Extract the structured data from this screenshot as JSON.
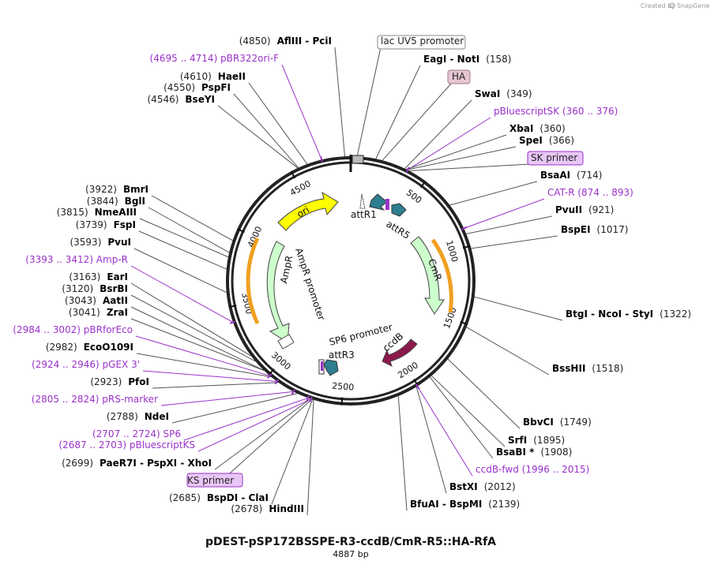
{
  "credit": {
    "created_by": "Created by",
    "brand": "SnapGene"
  },
  "title": "pDEST-pSP172BSSPE-R3-ccdB/CmR-R5::HA-RfA",
  "length_label": "4887 bp",
  "total_bp": 4887,
  "colors": {
    "backbone": "#222222",
    "primer": "#9a32c9",
    "ori": "#ffff00",
    "resistance": "#ccffcc",
    "ccdB": "#8b1a4a",
    "att": "#2e7f8f",
    "orange": "#f0a020",
    "ha_box": "#e6c5d3",
    "primer_box": "#e8c6f5"
  },
  "ticks": [
    {
      "label": "500",
      "pos": 500
    },
    {
      "label": "1000",
      "pos": 1000
    },
    {
      "label": "1500",
      "pos": 1500
    },
    {
      "label": "2000",
      "pos": 2000
    },
    {
      "label": "2500",
      "pos": 2500
    },
    {
      "label": "3000",
      "pos": 3000
    },
    {
      "label": "3500",
      "pos": 3500
    },
    {
      "label": "4000",
      "pos": 4000
    },
    {
      "label": "4500",
      "pos": 4500
    }
  ],
  "features_on_map": [
    {
      "name": "ori",
      "label": "ori"
    },
    {
      "name": "AmpR",
      "label": "AmpR"
    },
    {
      "name": "AmpR promoter",
      "label": "AmpR promoter"
    },
    {
      "name": "CmR",
      "label": "CmR"
    },
    {
      "name": "ccdB",
      "label": "ccdB"
    },
    {
      "name": "attR1",
      "label": "attR1"
    },
    {
      "name": "attR5",
      "label": "attR5"
    },
    {
      "name": "attR3",
      "label": "attR3"
    },
    {
      "name": "SP6 promoter",
      "label": "SP6 promoter"
    }
  ],
  "right_labels": [
    {
      "text": "lac UV5 promoter",
      "kind": "box-white",
      "pos": 40
    },
    {
      "pos_text": "(158)",
      "name": "EagI  - NotI",
      "kind": "enzyme",
      "pos": 158
    },
    {
      "text": "HA",
      "kind": "box-ha",
      "pos": 200
    },
    {
      "pos_text": "(349)",
      "name": "SwaI",
      "kind": "enzyme",
      "pos": 349
    },
    {
      "text": "pBluescriptSK   (360 .. 376)",
      "kind": "primer",
      "pos": 368
    },
    {
      "pos_text": "(360)",
      "name": "XbaI",
      "kind": "enzyme",
      "pos": 360
    },
    {
      "pos_text": "(366)",
      "name": "SpeI",
      "kind": "enzyme",
      "pos": 366
    },
    {
      "text": "SK primer",
      "kind": "box-primer",
      "pos": 380
    },
    {
      "pos_text": "(714)",
      "name": "BsaAI",
      "kind": "enzyme",
      "pos": 714
    },
    {
      "text": "CAT-R   (874 .. 893)",
      "kind": "primer",
      "pos": 884
    },
    {
      "pos_text": "(921)",
      "name": "PvuII",
      "kind": "enzyme",
      "pos": 921
    },
    {
      "pos_text": "(1017)",
      "name": "BspEI",
      "kind": "enzyme",
      "pos": 1017
    },
    {
      "pos_text": "(1322)",
      "name": "BtgI  - NcoI  - StyI",
      "kind": "enzyme",
      "pos": 1322
    },
    {
      "pos_text": "(1518)",
      "name": "BssHII",
      "kind": "enzyme",
      "pos": 1518
    },
    {
      "pos_text": "(1749)",
      "name": "BbvCI",
      "kind": "enzyme",
      "pos": 1749
    },
    {
      "pos_text": "(1895)",
      "name": "SrfI",
      "kind": "enzyme",
      "pos": 1895
    },
    {
      "pos_text": "(1908)",
      "name": "BsaBI *",
      "kind": "enzyme",
      "pos": 1908
    },
    {
      "text": "ccdB-fwd   (1996 .. 2015)",
      "kind": "primer",
      "pos": 2005
    },
    {
      "pos_text": "(2012)",
      "name": "BstXI",
      "kind": "enzyme",
      "pos": 2012
    },
    {
      "pos_text": "(2139)",
      "name": "BfuAI  - BspMI",
      "kind": "enzyme",
      "pos": 2139
    }
  ],
  "left_labels": [
    {
      "pos_text": "(4850)",
      "name": "AflIII  - PciI",
      "kind": "enzyme",
      "pos": 4850
    },
    {
      "text": "(4695 .. 4714)  pBR322ori-F",
      "kind": "primer",
      "pos": 4704
    },
    {
      "pos_text": "(4610)",
      "name": "HaeII",
      "kind": "enzyme",
      "pos": 4610
    },
    {
      "pos_text": "(4550)",
      "name": "PspFI",
      "kind": "enzyme",
      "pos": 4550
    },
    {
      "pos_text": "(4546)",
      "name": "BseYI",
      "kind": "enzyme",
      "pos": 4546
    },
    {
      "pos_text": "(3922)",
      "name": "BmrI",
      "kind": "enzyme",
      "pos": 3922
    },
    {
      "pos_text": "(3844)",
      "name": "BglI",
      "kind": "enzyme",
      "pos": 3844
    },
    {
      "pos_text": "(3815)",
      "name": "NmeAIII",
      "kind": "enzyme",
      "pos": 3815
    },
    {
      "pos_text": "(3739)",
      "name": "FspI",
      "kind": "enzyme",
      "pos": 3739
    },
    {
      "pos_text": "(3593)",
      "name": "PvuI",
      "kind": "enzyme",
      "pos": 3593
    },
    {
      "text": "(3393 .. 3412)  Amp-R",
      "kind": "primer",
      "pos": 3402
    },
    {
      "pos_text": "(3163)",
      "name": "EarI",
      "kind": "enzyme",
      "pos": 3163
    },
    {
      "pos_text": "(3120)",
      "name": "BsrBI",
      "kind": "enzyme",
      "pos": 3120
    },
    {
      "pos_text": "(3043)",
      "name": "AatII",
      "kind": "enzyme",
      "pos": 3043
    },
    {
      "pos_text": "(3041)",
      "name": "ZraI",
      "kind": "enzyme",
      "pos": 3041
    },
    {
      "text": "(2984 .. 3002)  pBRforEco",
      "kind": "primer",
      "pos": 2993
    },
    {
      "pos_text": "(2982)",
      "name": "EcoO109I",
      "kind": "enzyme",
      "pos": 2982
    },
    {
      "text": "(2924 .. 2946)  pGEX 3'",
      "kind": "primer",
      "pos": 2935
    },
    {
      "pos_text": "(2923)",
      "name": "PfoI",
      "kind": "enzyme",
      "pos": 2923
    },
    {
      "text": "(2805 .. 2824)  pRS-marker",
      "kind": "primer",
      "pos": 2814
    },
    {
      "pos_text": "(2788)",
      "name": "NdeI",
      "kind": "enzyme",
      "pos": 2788
    },
    {
      "text": "(2707 .. 2724)  SP6",
      "kind": "primer",
      "pos": 2715
    },
    {
      "text": "(2687 .. 2703)  pBluescriptKS",
      "kind": "primer",
      "pos": 2695
    },
    {
      "pos_text": "(2699)",
      "name": "PaeR7I  - PspXI  - XhoI",
      "kind": "enzyme",
      "pos": 2699
    },
    {
      "text": "KS primer",
      "kind": "box-primer",
      "pos": 2690
    },
    {
      "pos_text": "(2685)",
      "name": "BspDI  - ClaI",
      "kind": "enzyme",
      "pos": 2685
    },
    {
      "pos_text": "(2678)",
      "name": "HindIII",
      "kind": "enzyme",
      "pos": 2678
    }
  ]
}
